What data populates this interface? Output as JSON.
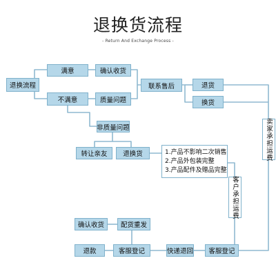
{
  "title": "退换货流程",
  "subtitle": "- Return And Exchange Process -",
  "nodes": {
    "return_flow": "退换流程",
    "satisfied": "满意",
    "confirm_receipt_top": "确认收货",
    "unsatisfied": "不满意",
    "quality_issue": "质量问题",
    "contact_after_sales": "联系售后",
    "return_goods": "退货",
    "exchange_goods": "换货",
    "non_quality_issue": "非质量问题",
    "transfer_to_friends": "转让亲友",
    "return_or_exchange": "退换货",
    "seller_pays_shipping": "卖家承担运费",
    "customer_pays_shipping": "客户承担运费",
    "confirm_receipt_bottom": "确认收货",
    "reship_goods": "配货重发",
    "refund": "退款",
    "cs_register_left": "客服登记",
    "express_return": "快递退回",
    "cs_register_right": "客服登记"
  },
  "conditions": [
    "1.产品不影响二次销售",
    "2.产品外包装完整",
    "3.产品配件及赠品完整"
  ],
  "colors": {
    "box_fill": "#b5d7e9",
    "box_border": "#7fb1cb",
    "connector": "#8fb9d0",
    "text": "#1a1a1a"
  }
}
